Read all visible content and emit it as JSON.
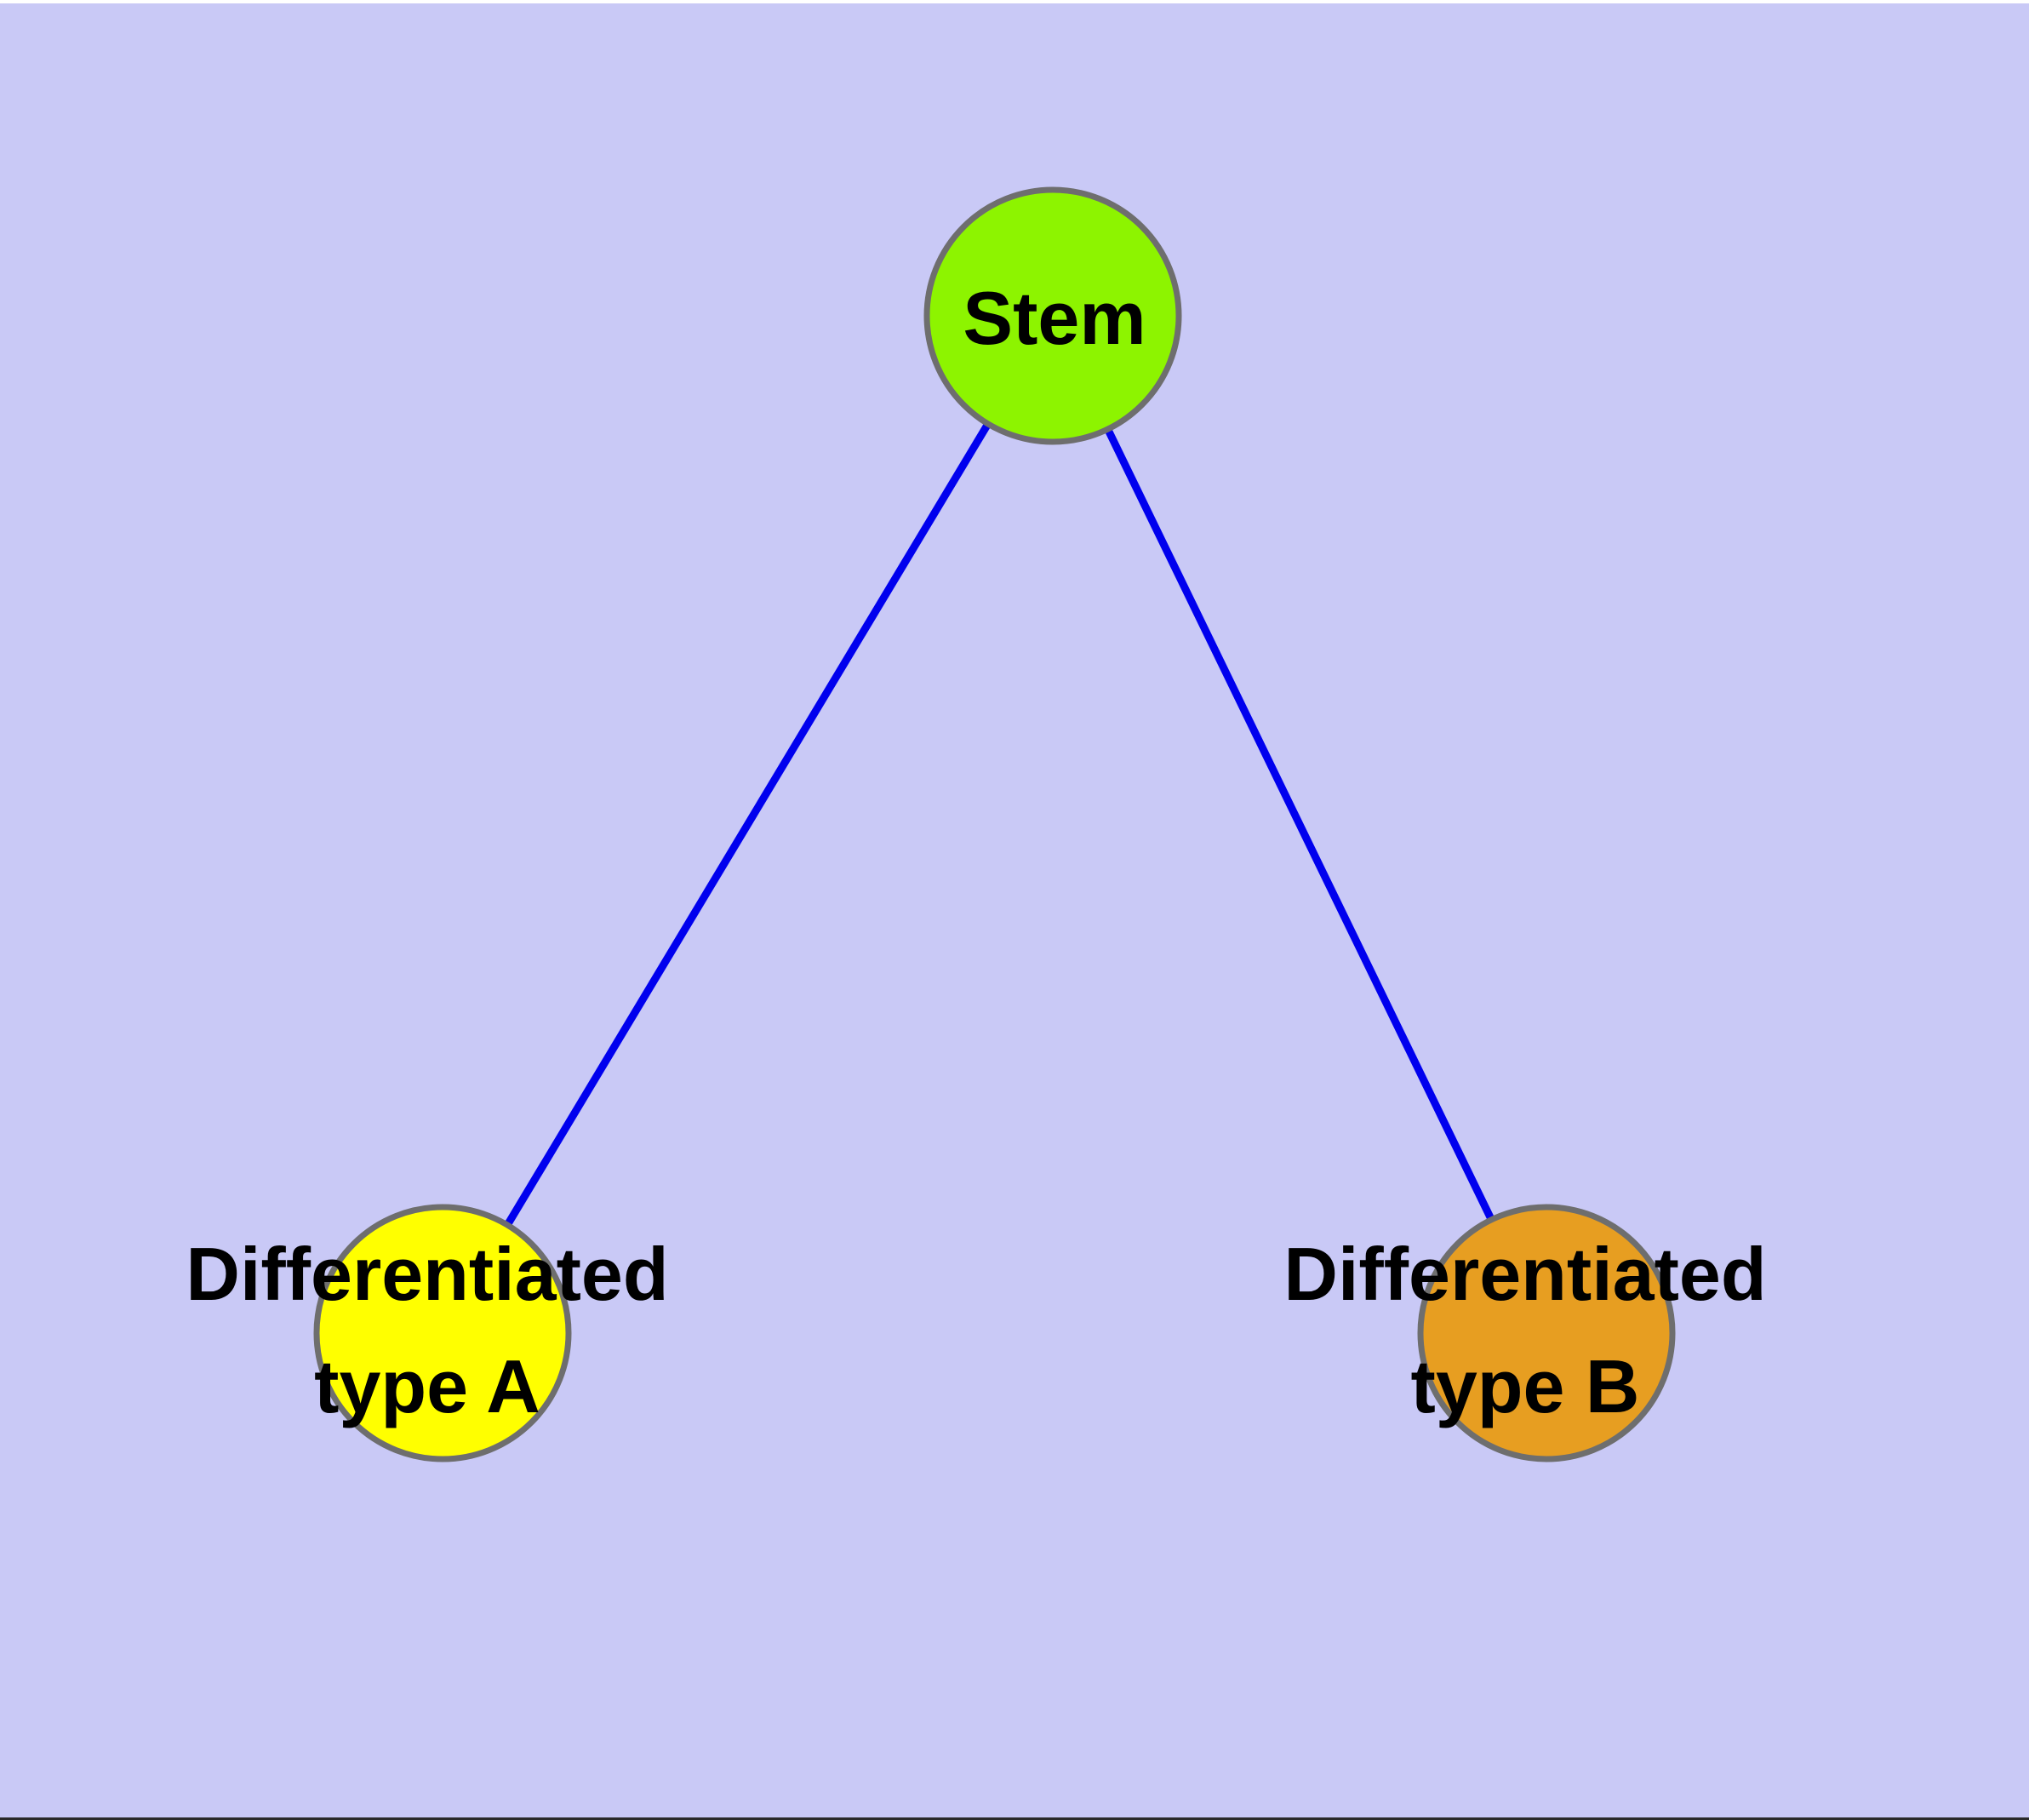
{
  "colors": {
    "background": "#c9c9f6",
    "edge": "#0000ee",
    "node_border": "#6e6e6e",
    "label_text": "#000000",
    "top_strip": "#ffffff",
    "bottom_strip": "#2a2a2a"
  },
  "graph": {
    "nodes": [
      {
        "id": "stem",
        "label": "Stem",
        "line1": "Stem",
        "fill": "#8df400"
      },
      {
        "id": "differentiated-type-a",
        "label": "Differentiated type A",
        "line1": "Differentiated",
        "line2": "type A",
        "fill": "#ffff00"
      },
      {
        "id": "differentiated-type-b",
        "label": "Differentiated type B",
        "line1": "Differentiated",
        "line2": "type B",
        "fill": "#e79e21"
      }
    ],
    "edges": [
      {
        "from": "Stem",
        "to": "Differentiated type A"
      },
      {
        "from": "Stem",
        "to": "Differentiated type B"
      }
    ]
  }
}
